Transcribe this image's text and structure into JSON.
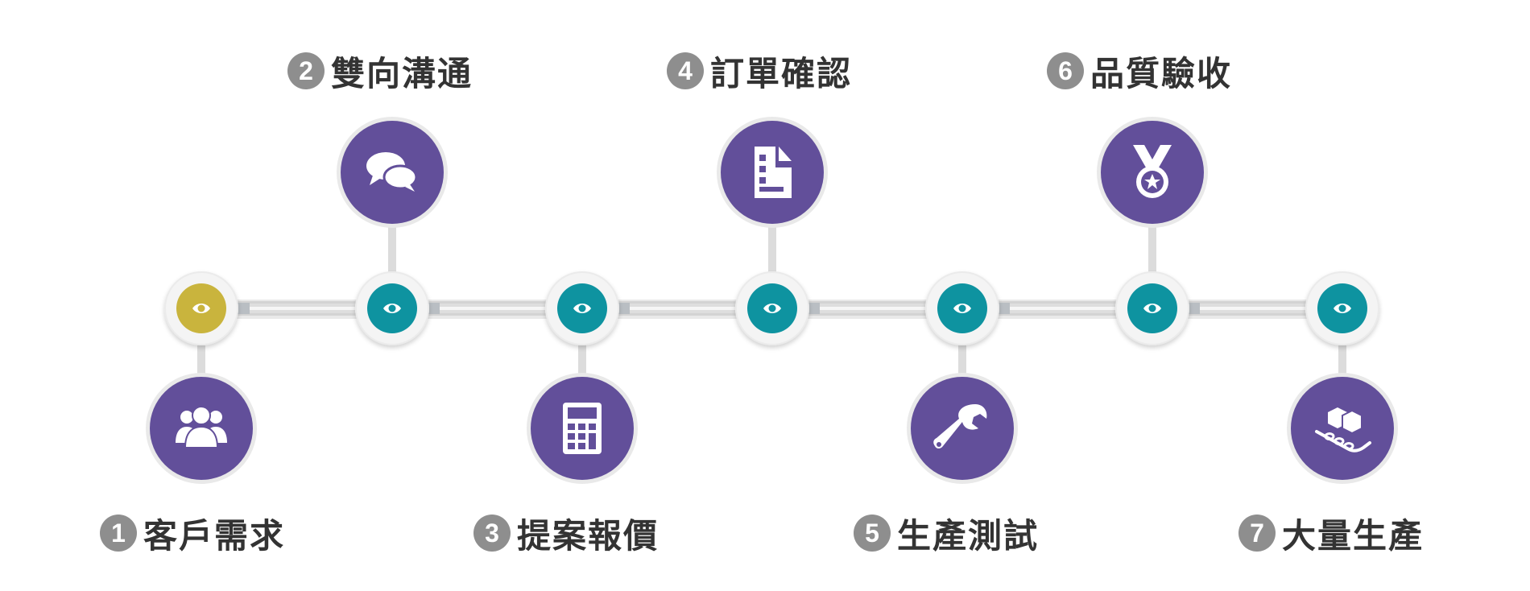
{
  "colors": {
    "badge_purple": "#624f9a",
    "node_teal": "#0e93a0",
    "node_first": "#c9b43d",
    "number_gray": "#8e8e8e"
  },
  "steps": [
    {
      "number": "1",
      "label": "客戶需求",
      "icon": "users-icon"
    },
    {
      "number": "2",
      "label": "雙向溝通",
      "icon": "chat-bubbles-icon"
    },
    {
      "number": "3",
      "label": "提案報價",
      "icon": "calculator-icon"
    },
    {
      "number": "4",
      "label": "訂單確認",
      "icon": "document-icon"
    },
    {
      "number": "5",
      "label": "生產測試",
      "icon": "wrench-icon"
    },
    {
      "number": "6",
      "label": "品質驗收",
      "icon": "medal-icon"
    },
    {
      "number": "7",
      "label": "大量生產",
      "icon": "conveyor-icon"
    }
  ]
}
